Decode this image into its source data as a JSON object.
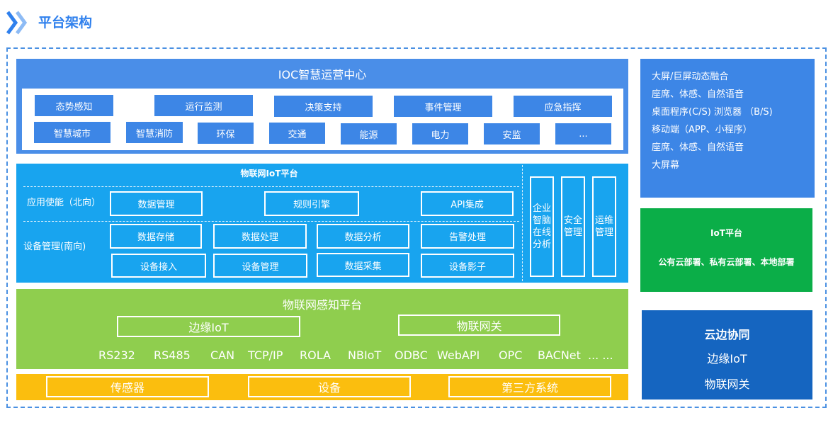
{
  "page_title": "平台架构",
  "ioc": {
    "title": "IOC智慧运营中心",
    "row1": [
      "态势感知",
      "运行监测",
      "决策支持",
      "事件管理",
      "应急指挥"
    ],
    "row2": [
      "智慧城市",
      "智慧消防",
      "环保",
      "交通",
      "能源",
      "电力",
      "安监",
      "..."
    ]
  },
  "iot_platform": {
    "title": "物联网IoT平台",
    "north_label": "应用使能（北向）",
    "south_label": "设备管理(南向)",
    "north_items": [
      "数据管理",
      "规则引擎",
      "API集成"
    ],
    "south_row1": [
      "数据存储",
      "数据处理",
      "数据分析",
      "告警处理"
    ],
    "south_row2": [
      "设备接入",
      "设备管理",
      "数据采集",
      "设备影子"
    ],
    "vertical_items": [
      "企业智脑在线分析",
      "安全管理",
      "运维管理"
    ]
  },
  "perception": {
    "title": "物联网感知平台",
    "boxes": [
      "边缘IoT",
      "物联网关"
    ],
    "protocols": [
      "RS232",
      "RS485",
      "CAN",
      "TCP/IP",
      "ROLA",
      "NBIoT",
      "ODBC",
      "WebAPI",
      "OPC",
      "BACNet",
      "... ..."
    ]
  },
  "base": {
    "items": [
      "传感器",
      "设备",
      "第三方系统"
    ]
  },
  "right_panel": {
    "lines": [
      "大屏/巨屏动态融合",
      "座席、体感、自然语音",
      "桌面程序(C/S) 浏览器 （B/S)",
      "移动端（APP、小程序）",
      "座席、体感、自然语音",
      "大屏幕"
    ]
  },
  "iot_card": {
    "title": "IoT平台",
    "desc": "公有云部署、私有云部署、本地部署"
  },
  "cloud_card": {
    "title": "云边协同",
    "line1": "边缘IoT",
    "line2": "物联网关"
  },
  "colors": {
    "accent": "#2F80ED",
    "ioc_blue": "#4A8EE8",
    "iot_cyan": "#18A4EF",
    "perception_green": "#8FCE4E",
    "base_yellow": "#FBBE0E",
    "iot_green": "#0BAE48",
    "cloud_blue": "#1565C0"
  },
  "icons": {
    "title_icon": "double-chevron-right-icon"
  }
}
